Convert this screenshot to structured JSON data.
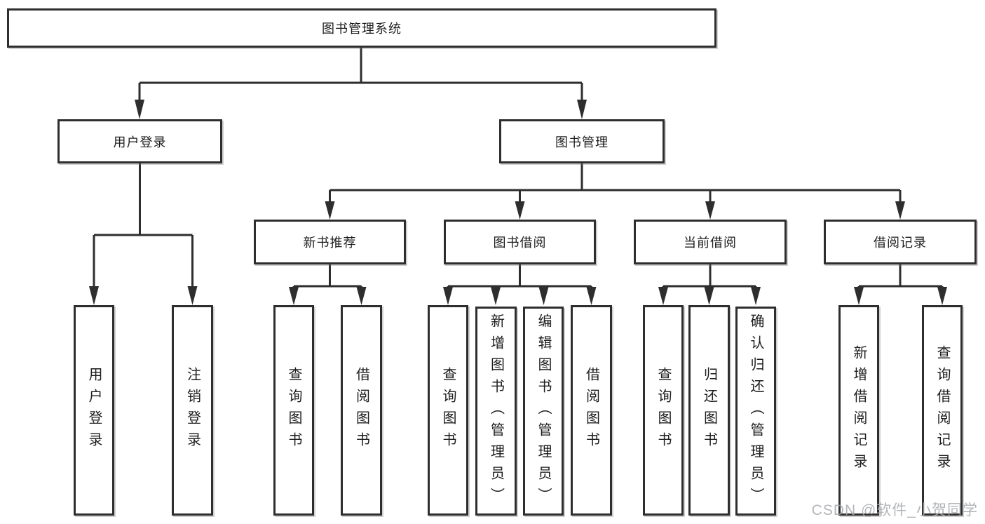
{
  "root": {
    "label": "图书管理系统"
  },
  "level2": [
    {
      "label": "用户登录"
    },
    {
      "label": "图书管理"
    }
  ],
  "level3": [
    {
      "label": "新书推荐"
    },
    {
      "label": "图书借阅"
    },
    {
      "label": "当前借阅"
    },
    {
      "label": "借阅记录"
    }
  ],
  "leaves": {
    "user_login": [
      {
        "label": "用户登录"
      },
      {
        "label": "注销登录"
      }
    ],
    "new_books": [
      {
        "label": "查询图书"
      },
      {
        "label": "借阅图书"
      }
    ],
    "book_borrow": [
      {
        "label": "查询图书"
      },
      {
        "label": "新增图书（管理员）"
      },
      {
        "label": "编辑图书（管理员）"
      },
      {
        "label": "借阅图书"
      }
    ],
    "current_borrow": [
      {
        "label": "查询图书"
      },
      {
        "label": "归还图书"
      },
      {
        "label": "确认归还（管理员）"
      }
    ],
    "borrow_records": [
      {
        "label": "新增借阅记录"
      },
      {
        "label": "查询借阅记录"
      }
    ]
  },
  "watermark": "CSDN @软件_小贺同学",
  "colors": {
    "line": "#2e2e2e",
    "border": "#2e2e2e",
    "text": "#1d1d1f",
    "watermark": "#a6a9ad",
    "background": "#ffffff"
  }
}
